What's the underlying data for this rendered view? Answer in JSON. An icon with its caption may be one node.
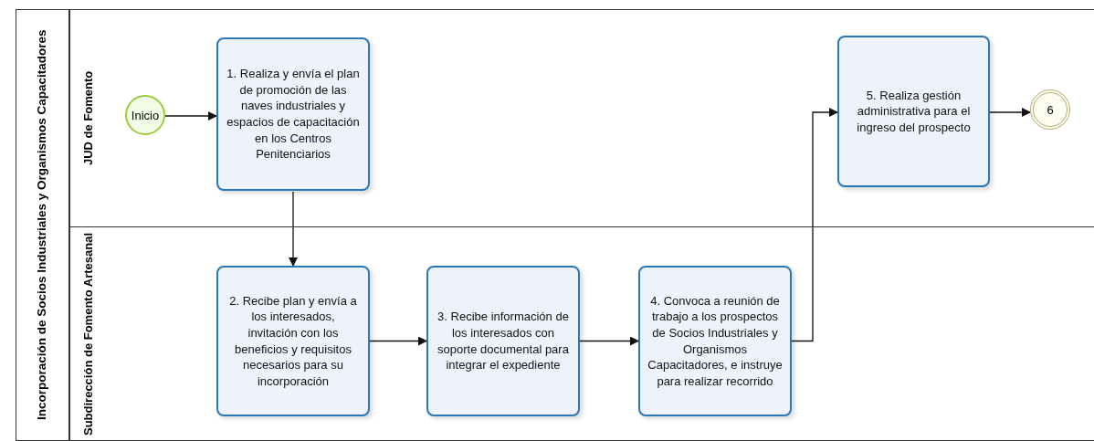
{
  "diagram": {
    "nodes": [
      {
        "text": [
          "Incorporación de Socios Industriales y Organismos Capacitadores"
        ]
      },
      {
        "text": [
          "JUD de Fomento"
        ],
        "in": 0
      },
      {
        "text": [
          "Subdirección de Fomento Artesanal"
        ],
        "in": 0
      },
      {
        "text": [
          "Inicio"
        ],
        "in": 1
      },
      {
        "text": [
          "1. Realiza y envía el plan de promoción de las naves industriales y espacios de capacitación en los Centros Penitenciarios"
        ],
        "in": 1
      },
      {
        "text": [
          "5. Realiza gestión administrativa para el ingreso del prospecto"
        ],
        "in": 1
      },
      {
        "text": [
          "6"
        ],
        "in": 1
      },
      {
        "text": [
          "2. Recibe plan y envía a los interesados, invitación con los beneficios y requisitos necesarios para su incorporación"
        ],
        "in": 2
      },
      {
        "text": [
          "3. Recibe información de los interesados con soporte documental para integrar el expediente"
        ],
        "in": 2
      },
      {
        "text": [
          "4. Convoca a reunión de trabajo a los prospectos de Socios Industriales y Organismos Capacitadores, e instruye para realizar recorrido"
        ],
        "in": 2
      }
    ],
    "edges": [
      {
        "from": 3,
        "to": 4,
        "arrow": "to"
      },
      {
        "from": 4,
        "to": 7,
        "arrow": "to"
      },
      {
        "from": 7,
        "to": 8,
        "arrow": "to"
      },
      {
        "from": 8,
        "to": 9,
        "arrow": "to"
      },
      {
        "from": 9,
        "to": 5,
        "arrow": "to"
      },
      {
        "from": 5,
        "to": 6,
        "arrow": "to"
      }
    ]
  }
}
